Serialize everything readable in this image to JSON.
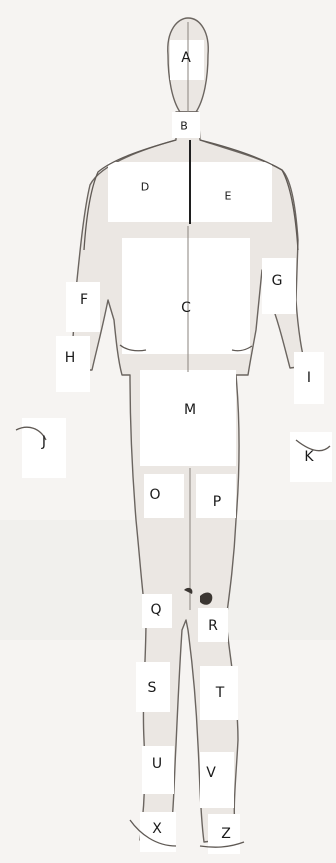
{
  "regions": {
    "a": "A",
    "b": "B",
    "c": "C",
    "d": "D",
    "e": "E",
    "f": "F",
    "g": "G",
    "h": "H",
    "i": "I",
    "j": "J",
    "k": "K",
    "m": "M",
    "o": "O",
    "p": "P",
    "q": "Q",
    "r": "R",
    "s": "S",
    "t": "T",
    "u": "U",
    "v": "V",
    "x": "X",
    "z": "Z"
  },
  "colors": {
    "outline": "#6b6560",
    "shade": "#d9d4cf",
    "paper": "#f6f4f2",
    "patch": "#ffffff",
    "divider": "#1f1f1f"
  }
}
